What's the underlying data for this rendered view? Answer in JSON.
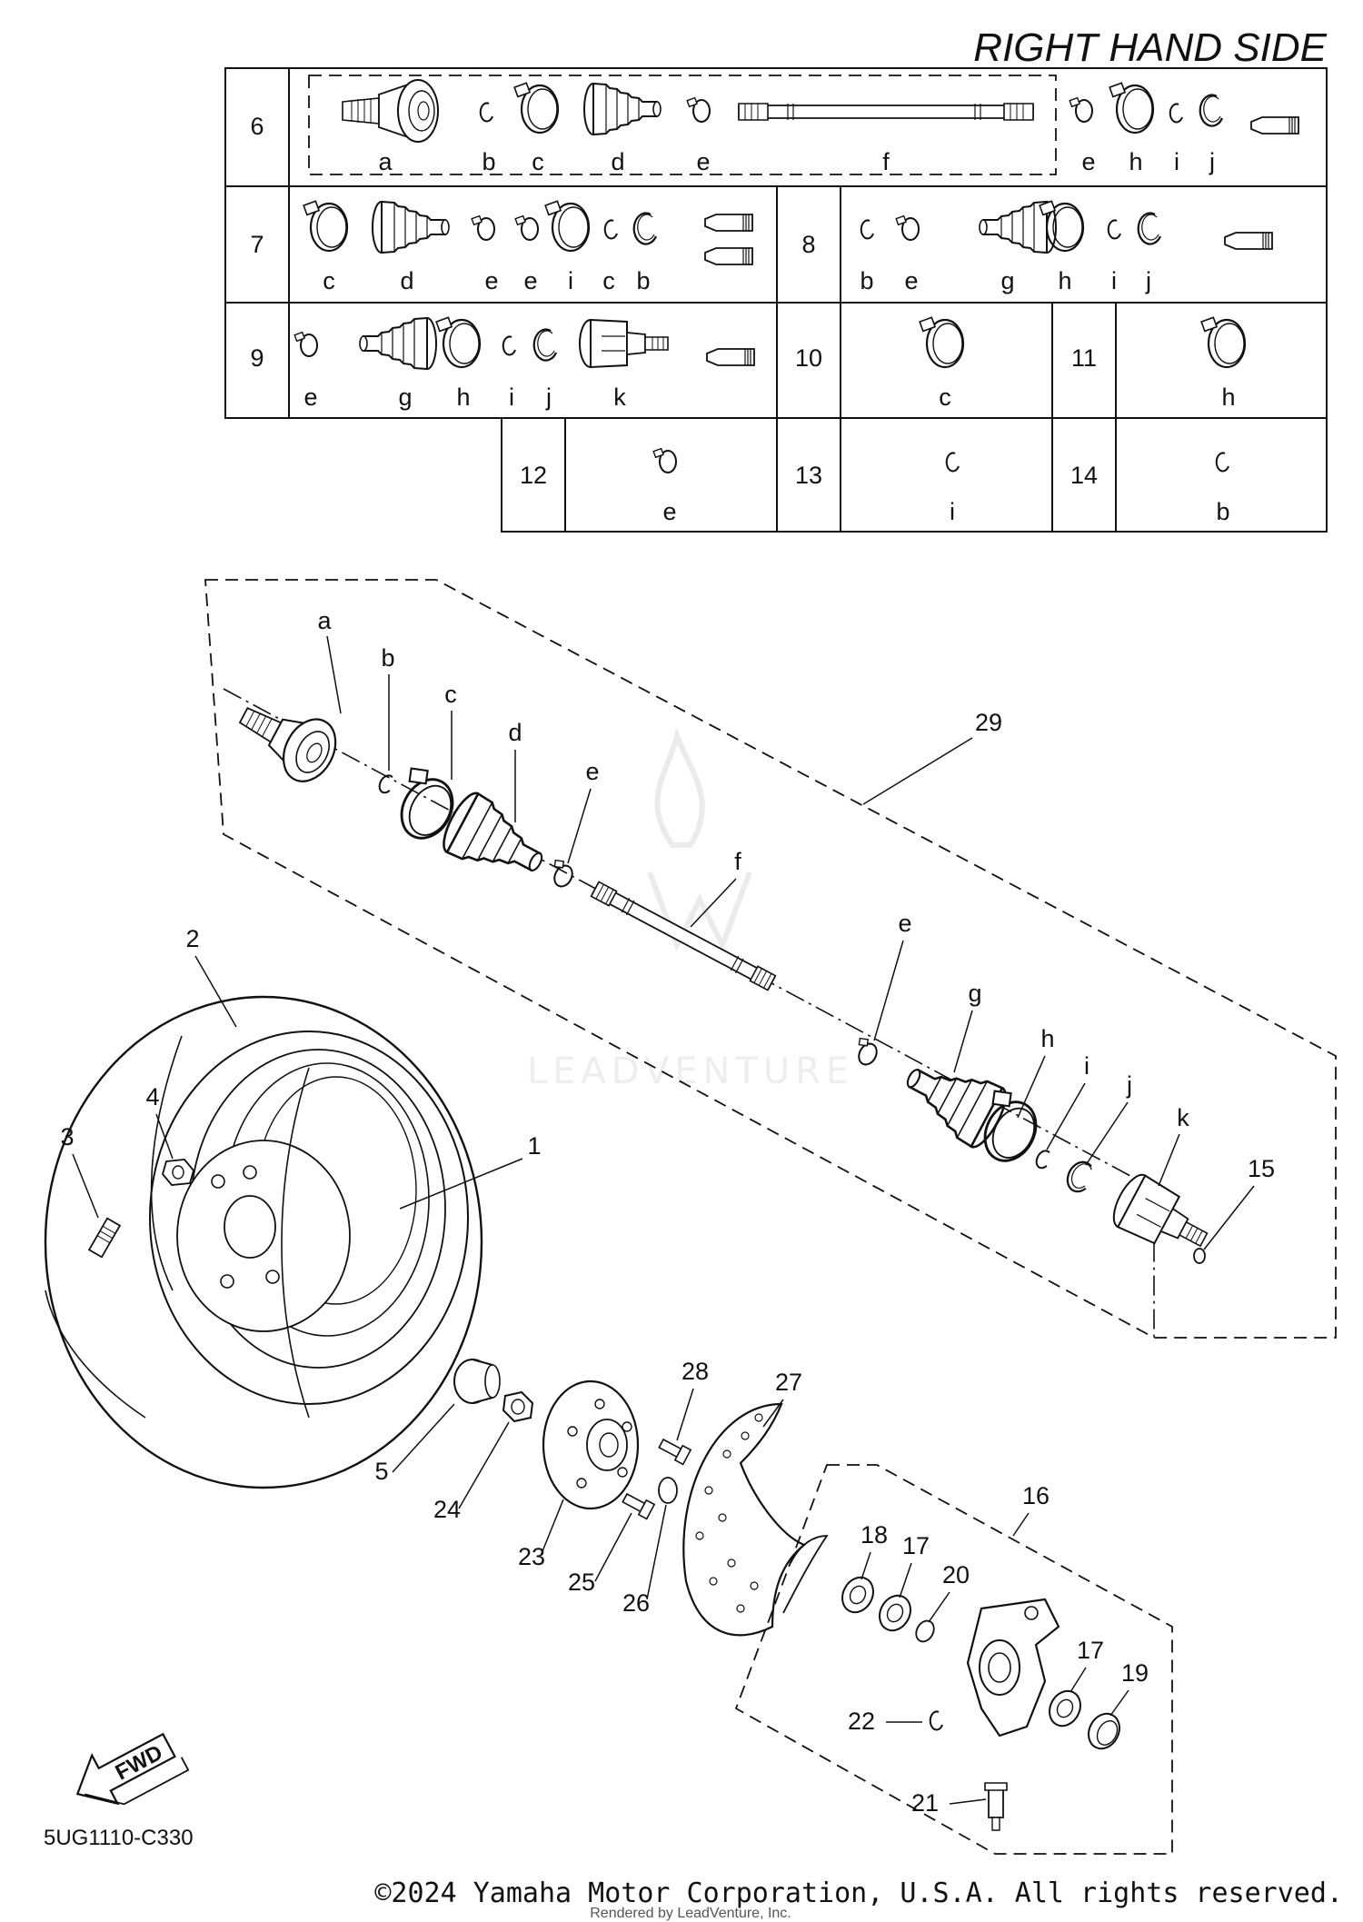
{
  "title": "RIGHT HAND SIDE",
  "diagram_code": "5UG1110-C330",
  "copyright": "©2024 Yamaha Motor Corporation, U.S.A. All rights reserved.",
  "rendered_by": "Rendered by LeadVenture, Inc.",
  "watermark": "LEADVENTURE",
  "kit_table": [
    {
      "row": "6",
      "parts": [
        "a",
        "b",
        "c",
        "d",
        "e",
        "f",
        "e",
        "h",
        "i",
        "j"
      ]
    },
    {
      "row": "7",
      "parts": [
        "c",
        "d",
        "e",
        "e",
        "i",
        "c",
        "b"
      ]
    },
    {
      "row": "8",
      "parts": [
        "b",
        "e",
        "g",
        "h",
        "i",
        "j"
      ]
    },
    {
      "row": "9",
      "parts": [
        "e",
        "g",
        "h",
        "i",
        "j",
        "k"
      ]
    },
    {
      "row": "10",
      "parts": [
        "c"
      ]
    },
    {
      "row": "11",
      "parts": [
        "h"
      ]
    },
    {
      "row": "12",
      "parts": [
        "e"
      ]
    },
    {
      "row": "13",
      "parts": [
        "i"
      ]
    },
    {
      "row": "14",
      "parts": [
        "b"
      ]
    }
  ],
  "shaft_letters": [
    "a",
    "b",
    "c",
    "d",
    "e",
    "f",
    "e",
    "g",
    "h",
    "i",
    "j",
    "k"
  ],
  "callouts": [
    "1",
    "2",
    "3",
    "4",
    "5",
    "15",
    "16",
    "17",
    "17",
    "18",
    "19",
    "20",
    "21",
    "22",
    "23",
    "24",
    "25",
    "26",
    "27",
    "28",
    "29"
  ],
  "fwd_label": "FWD"
}
